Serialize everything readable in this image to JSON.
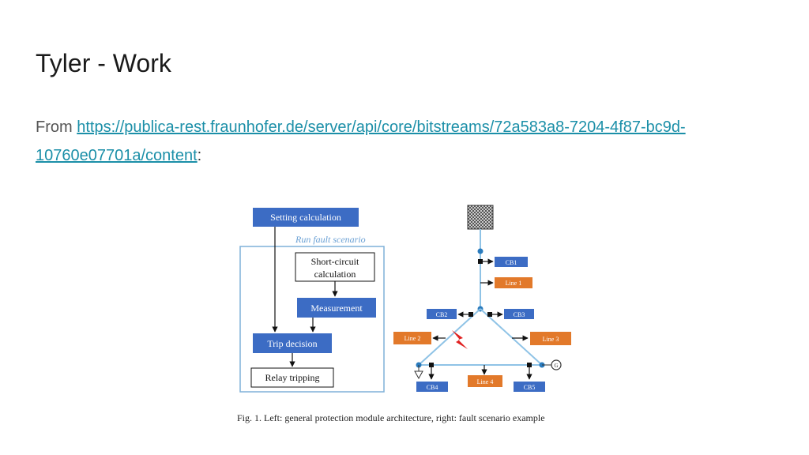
{
  "slide": {
    "title": "Tyler - Work",
    "source_prefix": "From ",
    "source_link": "https://publica-rest.fraunhofer.de/server/api/core/bitstreams/72a583a8-7204-4f87-bc9d-10760e07701a/content",
    "source_suffix": ":"
  },
  "figure": {
    "left": {
      "setting": "Setting calculation",
      "scenario": "Run fault scenario",
      "short1": "Short-circuit",
      "short2": "calculation",
      "measurement": "Measurement",
      "trip": "Trip decision",
      "relay": "Relay tripping"
    },
    "right": {
      "cb1": "CB1",
      "cb2": "CB2",
      "cb3": "CB3",
      "cb4": "CB4",
      "cb5": "CB5",
      "line1": "Line 1",
      "line2": "Line 2",
      "line3": "Line 3",
      "line4": "Line 4"
    },
    "caption": "Fig. 1.   Left: general protection module architecture, right: fault scenario example"
  },
  "colors": {
    "blue_box": "#3c6cc4",
    "orange_box": "#e2792a",
    "frame": "#7fb1d8",
    "link": "#1b8fa8"
  }
}
